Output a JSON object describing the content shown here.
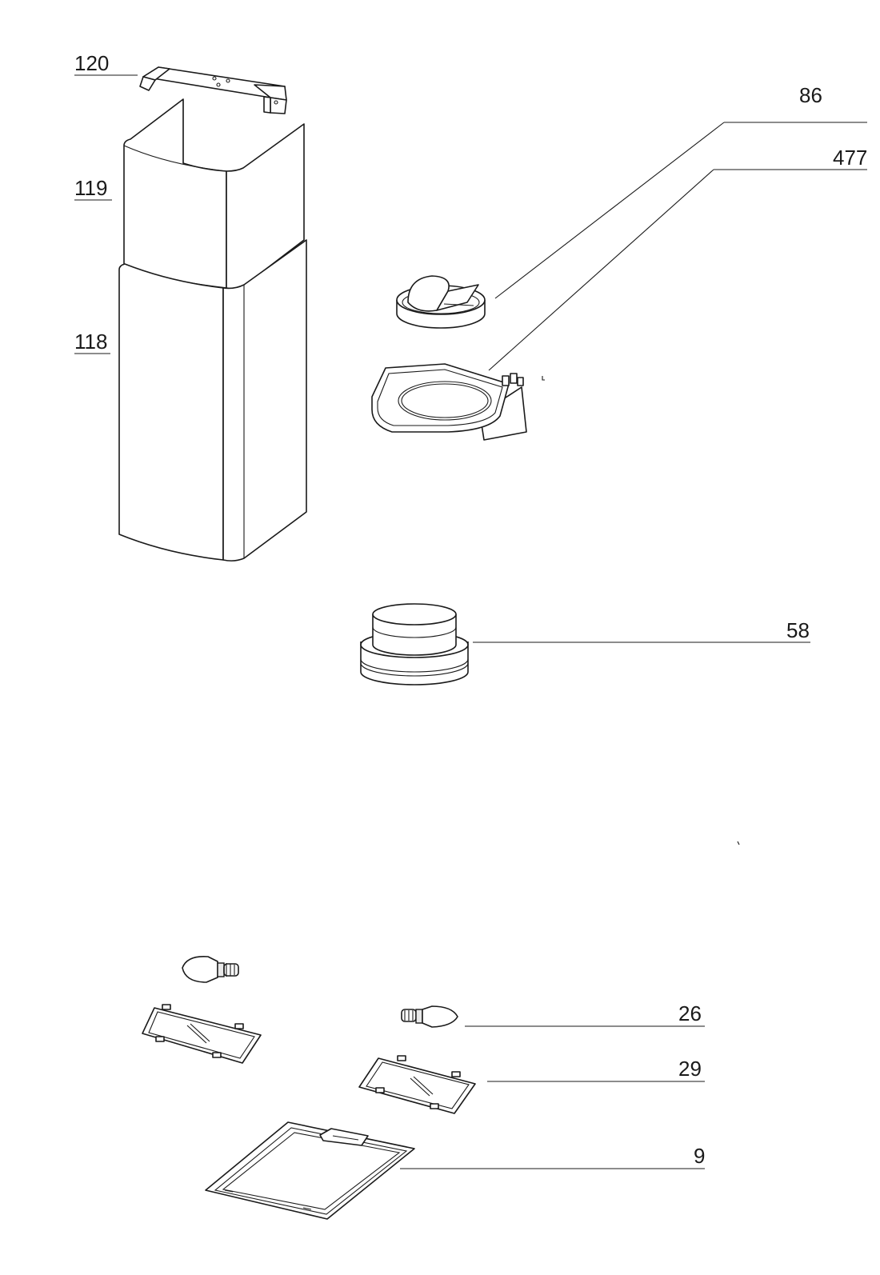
{
  "callouts": {
    "c120": "120",
    "c119": "119",
    "c118": "118",
    "c86": "86",
    "c477": "477",
    "c58": "58",
    "c26": "26",
    "c29": "29",
    "c9": "9"
  }
}
